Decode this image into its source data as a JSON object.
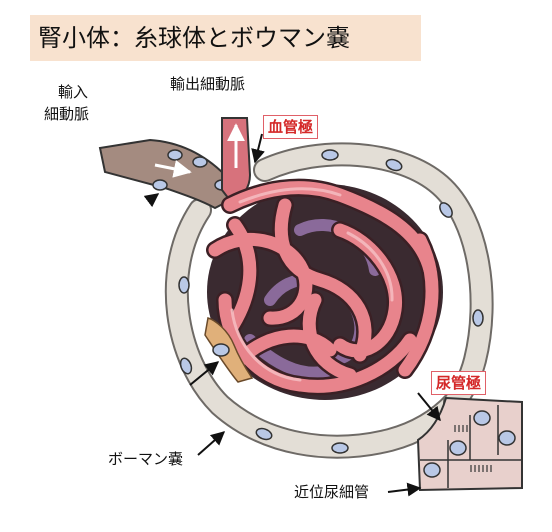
{
  "title": "腎小体：糸球体とボウマン嚢",
  "labels": {
    "afferent_line1": "輸入",
    "afferent_line2": "細動脈",
    "efferent": "輸出細動脈",
    "vascular_pole": "血管極",
    "urinary_pole": "尿管極",
    "bowman": "ボーマン嚢",
    "proximal": "近位尿細管"
  },
  "colors": {
    "title_bg": "#f8e2cf",
    "capillary": "#e8848c",
    "capillary_dark": "#c4525e",
    "mesangium": "#8a6a9a",
    "capsule": "#e3ded6",
    "nucleus": "#b9c8e6",
    "pole_box_border": "#e06068",
    "pole_text": "#d42828"
  }
}
